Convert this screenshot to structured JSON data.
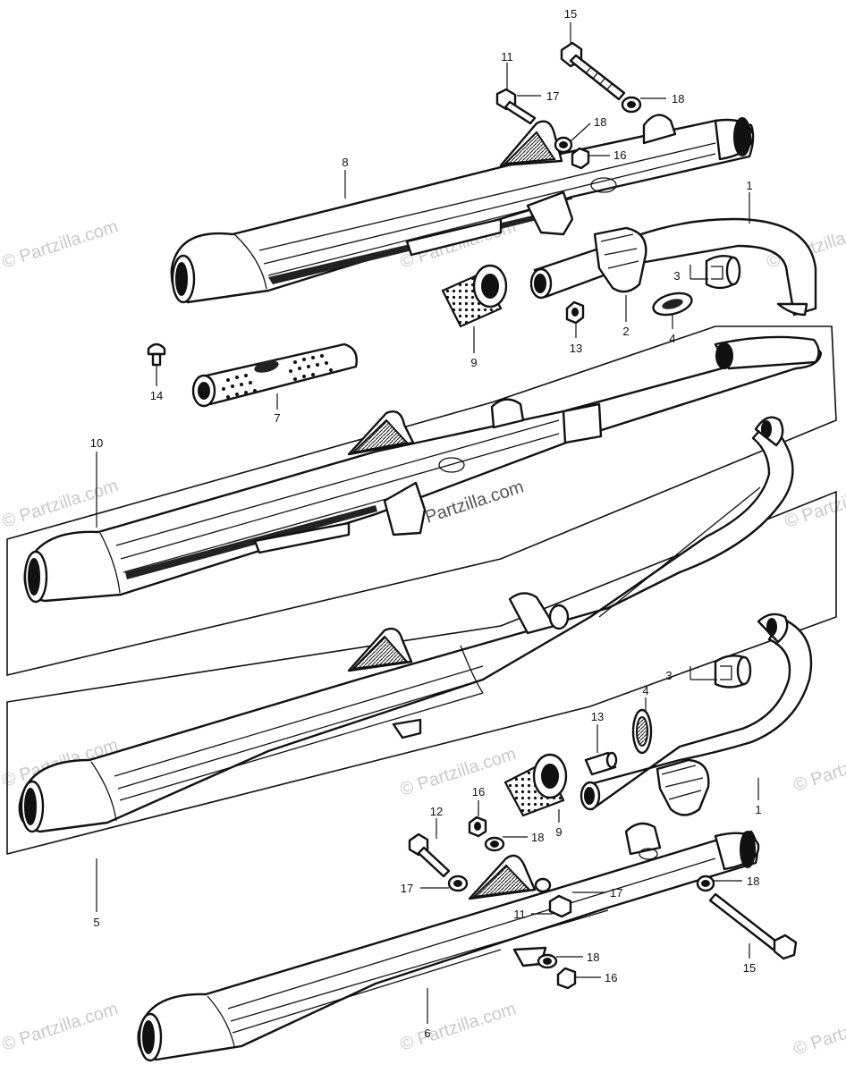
{
  "watermark": "© Partzilla.com",
  "watermark_inline": "Partzilla.com",
  "callouts": {
    "c1a": "1",
    "c1b": "1",
    "c2": "2",
    "c3a": "3",
    "c3b": "3",
    "c4a": "4",
    "c4b": "4",
    "c5": "5",
    "c6": "6",
    "c7": "7",
    "c8": "8",
    "c9a": "9",
    "c9b": "9",
    "c10": "10",
    "c11a": "11",
    "c11b": "11",
    "c12": "12",
    "c13a": "13",
    "c13b": "13",
    "c14": "14",
    "c15a": "15",
    "c15b": "15",
    "c16a": "16",
    "c16b": "16",
    "c16c": "16",
    "c17a": "17",
    "c17b": "17",
    "c17c": "17",
    "c18a": "18",
    "c18b": "18",
    "c18c": "18",
    "c18d": "18",
    "c18e": "18"
  }
}
